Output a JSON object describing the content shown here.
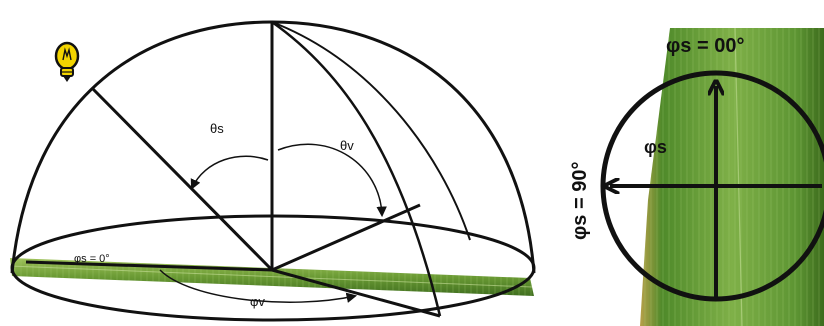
{
  "hemisphere": {
    "theta_s": "θs",
    "theta_v": "θv",
    "phi_s_zero": "φs = 0°",
    "phi_v": "φv"
  },
  "leaf_view": {
    "top_label": "φs = 00°",
    "side_label": "φs = 90°",
    "inner_label": "φs"
  },
  "icons": {
    "light_source": "lightbulb-icon"
  },
  "colors": {
    "leaf_green": "#5e8f2c",
    "bulb_yellow": "#f2d400",
    "line": "#111111"
  }
}
